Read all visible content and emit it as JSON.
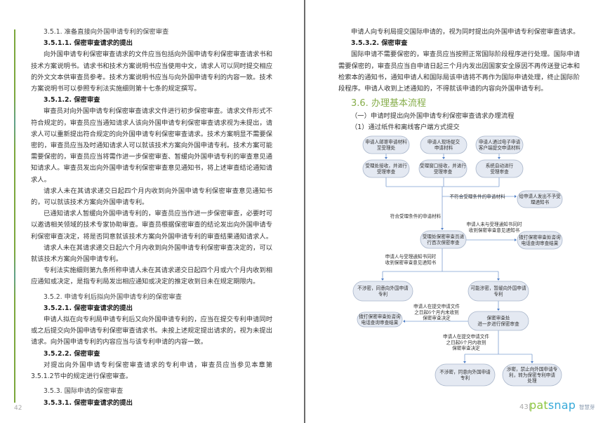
{
  "left_page": {
    "page_number": "42",
    "blocks": [
      {
        "type": "h3",
        "text": "3.5.1. 准备直接向外国申请专利的保密审查"
      },
      {
        "type": "h4",
        "text": "3.5.1.1. 保密审查请求的提出"
      },
      {
        "type": "p",
        "text": "向外国申请专利保密审查请求的文件应当包括向外国申请专利保密审查请求书和技术方案说明书。请求书和技术方案说明书应当使用中文，请求人可以同时提交相应的外文文本供审查员参考。技术方案说明书应当与向外国申请专利的内容一致。技术方案说明书可以参照专利法实施细则第十七条的规定撰写。"
      },
      {
        "type": "h4",
        "text": "3.5.1.2. 保密审查"
      },
      {
        "type": "p",
        "text": "审查员对向外国申请专利保密审查请求文件进行初步保密审查。请求文件形式不符合规定的，审查员应当通知请求人该向外国申请专利保密审查请求视为未提出，请求人可以重新提出符合规定的向外国申请专利保密审查请求。技术方案明显不需要保密的，审查员应当及时通知请求人可以就该技术方案向外国申请专利。技术方案可能需要保密的，审查员应当将需作进一步保密审查、暂缓向外国申请专利的审查意见通知请求人。审查员发出向外国申请专利保密审查意见通知书，将上述审查结论通知请求人。"
      },
      {
        "type": "p",
        "text": "请求人未在其请求递交日起四个月内收到向外国申请专利保密审查意见通知书的，可以就该技术方案向外国申请专利。"
      },
      {
        "type": "p",
        "text": "已通知请求人暂缓向外国申请专利的，审查员应当作进一步保密审查，必要时可以邀请相关领域的技术专家协助审查。审查员根据保密审查的结论发出向外国申请专利保密审查决定，将是否同意就该技术方案向外国申请专利的审查结果通知请求人。"
      },
      {
        "type": "p",
        "text": "请求人未在其请求递交日起六个月内收到向外国申请专利保密审查决定的，可以就该技术方案向外国申请专利。"
      },
      {
        "type": "p",
        "text": "专利法实施细则第九条所称申请人未在其请求递交日起四个月或六个月内收到相应通知或决定，是指专利局发出相应通知或决定的推定收到日未在规定期限内。"
      },
      {
        "type": "h3gap",
        "text": "3.5.2. 申请专利后拟向外国申请专利的保密审查"
      },
      {
        "type": "h4",
        "text": "3.5.2.1. 保密审查请求的提出"
      },
      {
        "type": "p",
        "text": "申请人拟在向专利局申请专利后又向外国申请专利的，应当在提交专利申请同时或之后提交向外国申请专利保密审查请求书。未按上述规定提出请求的，视为未提出请求。向外国申请专利的内容应当与该专利申请的内容一致。"
      },
      {
        "type": "h4",
        "text": "3.5.2.2. 保密审查"
      },
      {
        "type": "p",
        "text": "对提出向外国申请专利保密审查请求的专利申请，审查员应当参见本章第3.5.1.2节中的规定进行保密审查。"
      },
      {
        "type": "h3gap",
        "text": "3.5.3. 国际申请的保密审查"
      },
      {
        "type": "h4",
        "text": "3.5.3.1. 保密审查请求的提出"
      }
    ]
  },
  "right_page": {
    "page_number": "43",
    "brand": {
      "logo_text_a": "pat",
      "logo_text_b": "snap",
      "logo_cn": "智慧芽",
      "green": "#8cc63f",
      "blue": "#36a9d9"
    },
    "blocks": [
      {
        "type": "p",
        "text": "申请人向专利局提交国际申请的，视为同时提出向外国申请专利保密审查请求。"
      },
      {
        "type": "h4",
        "text": "3.5.3.2. 保密审查"
      },
      {
        "type": "p",
        "text": "国际申请不需要保密的，审查员应当按照正常国际阶段程序进行处理。国际申请需要保密的，审查员应当自申请日起三个月内发出因国家安全原因不再传送登记本和检索本的通知书，通知申请人和国际局该申请将不再作为国际申请处理，终止国际阶段程序。申请人收到上述通知的，不得就该申请的内容向外国申请专利。"
      },
      {
        "type": "sec",
        "text": "3.6. 办理基本流程"
      },
      {
        "type": "sub",
        "text": "（一）申请时提出向外国申请专利保密审查请求办理流程"
      },
      {
        "type": "sub",
        "text": "（1）通过纸件和离线客户端方式提交"
      }
    ],
    "flowchart": {
      "nodes": {
        "mail": [
          "申请人邮寄申请材料",
          "至受理处"
        ],
        "onsite": [
          "申请人现场提交",
          "申请材料"
        ],
        "online": [
          "申请人通过电子申请",
          "客户端提交申请材料"
        ],
        "recv_mail": [
          "受理处接收，并进行",
          "受理审查"
        ],
        "recv_window": [
          "受理窗口接收，并进行",
          "受理审查"
        ],
        "recv_auto": [
          "系统自动进行",
          "受理审查"
        ],
        "reject": [
          "给申请人发出不予受",
          "理通知书"
        ],
        "first_review": [
          "受理处保密审查员进",
          "行首次保密审查"
        ],
        "call1": [
          "拨打保密审查处咨询",
          "电话查询审查结果"
        ],
        "not_secret": [
          "不涉密，同意向外国申请",
          "专利"
        ],
        "maybe_secret": [
          "可能涉密，暂缓向外国申请",
          "专利"
        ],
        "further": [
          "保密审查处",
          "进一步进行保密审查"
        ],
        "call2": [
          "拨打保密审查处咨询",
          "电话查询审查结果"
        ],
        "final_ok": [
          "不涉密，同意向外国申请",
          "专利"
        ],
        "final_secret": [
          "涉密，禁止向外国申请专",
          "利，转为保密专利申请",
          "处理"
        ]
      },
      "labels": {
        "not_qualified": [
          "不符合受理条件的申请材料"
        ],
        "qualified": [
          "符合受理条件的申请材料"
        ],
        "no_notice": [
          "申请人未与受理通知书同时",
          "收到保密审查意见通知书"
        ],
        "with_notice": [
          "申请人与受理通知书同时",
          "收到保密审查意见通知书"
        ],
        "no_decision": [
          "申请人在提交申请文件",
          "之日起6个月内未收到",
          "保密审查决定"
        ],
        "decision": [
          "申请人在提交申请文件",
          "之日起6个月内收到",
          "保密审查决定"
        ]
      }
    }
  }
}
